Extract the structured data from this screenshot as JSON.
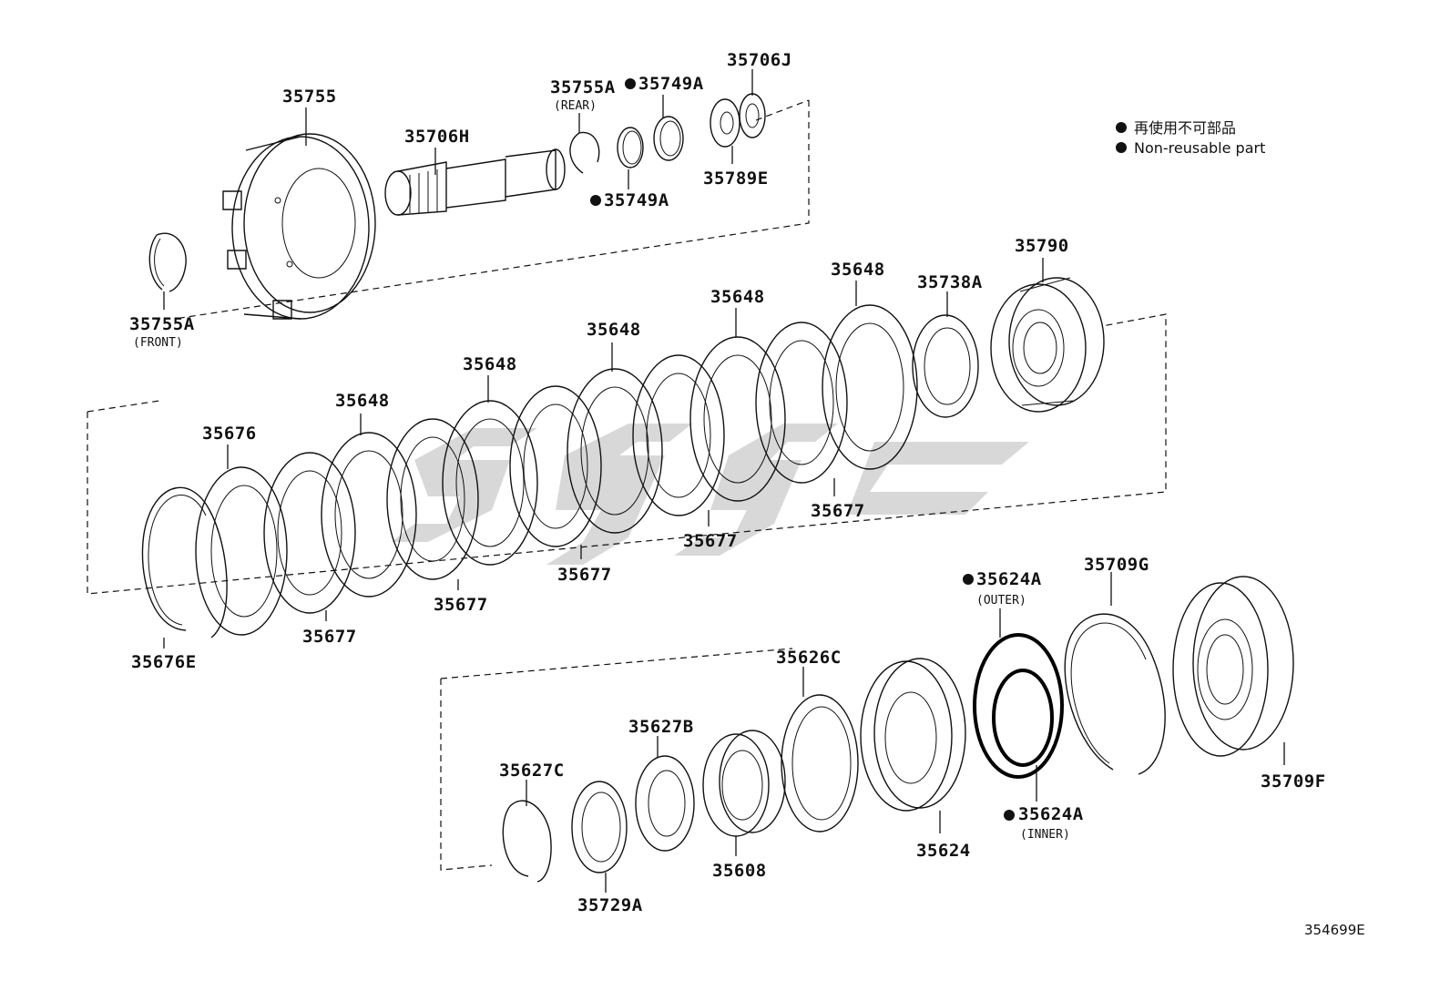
{
  "legend": {
    "jp": "再使用不可部品",
    "en": "Non-reusable part"
  },
  "diagram_code": "354699E",
  "labels": {
    "p35755": "35755",
    "p35755a_front": "35755A",
    "p35755a_front_sub": "(FRONT)",
    "p35706h": "35706H",
    "p35755a_rear": "35755A",
    "p35755a_rear_sub": "(REAR)",
    "p35749a_top": "35749A",
    "p35749a_bottom": "35749A",
    "p35706j": "35706J",
    "p35789e": "35789E",
    "p35790": "35790",
    "p35738a": "35738A",
    "p35648_1": "35648",
    "p35648_2": "35648",
    "p35648_3": "35648",
    "p35648_4": "35648",
    "p35648_5": "35648",
    "p35676": "35676",
    "p35676e": "35676E",
    "p35677_1": "35677",
    "p35677_2": "35677",
    "p35677_3": "35677",
    "p35677_4": "35677",
    "p35677_5": "35677",
    "p35624a_outer": "35624A",
    "p35624a_outer_sub": "(OUTER)",
    "p35624a_inner": "35624A",
    "p35624a_inner_sub": "(INNER)",
    "p35709g": "35709G",
    "p35709f": "35709F",
    "p35626c": "35626C",
    "p35627b": "35627B",
    "p35627c": "35627C",
    "p35729a": "35729A",
    "p35608": "35608",
    "p35624": "35624"
  }
}
